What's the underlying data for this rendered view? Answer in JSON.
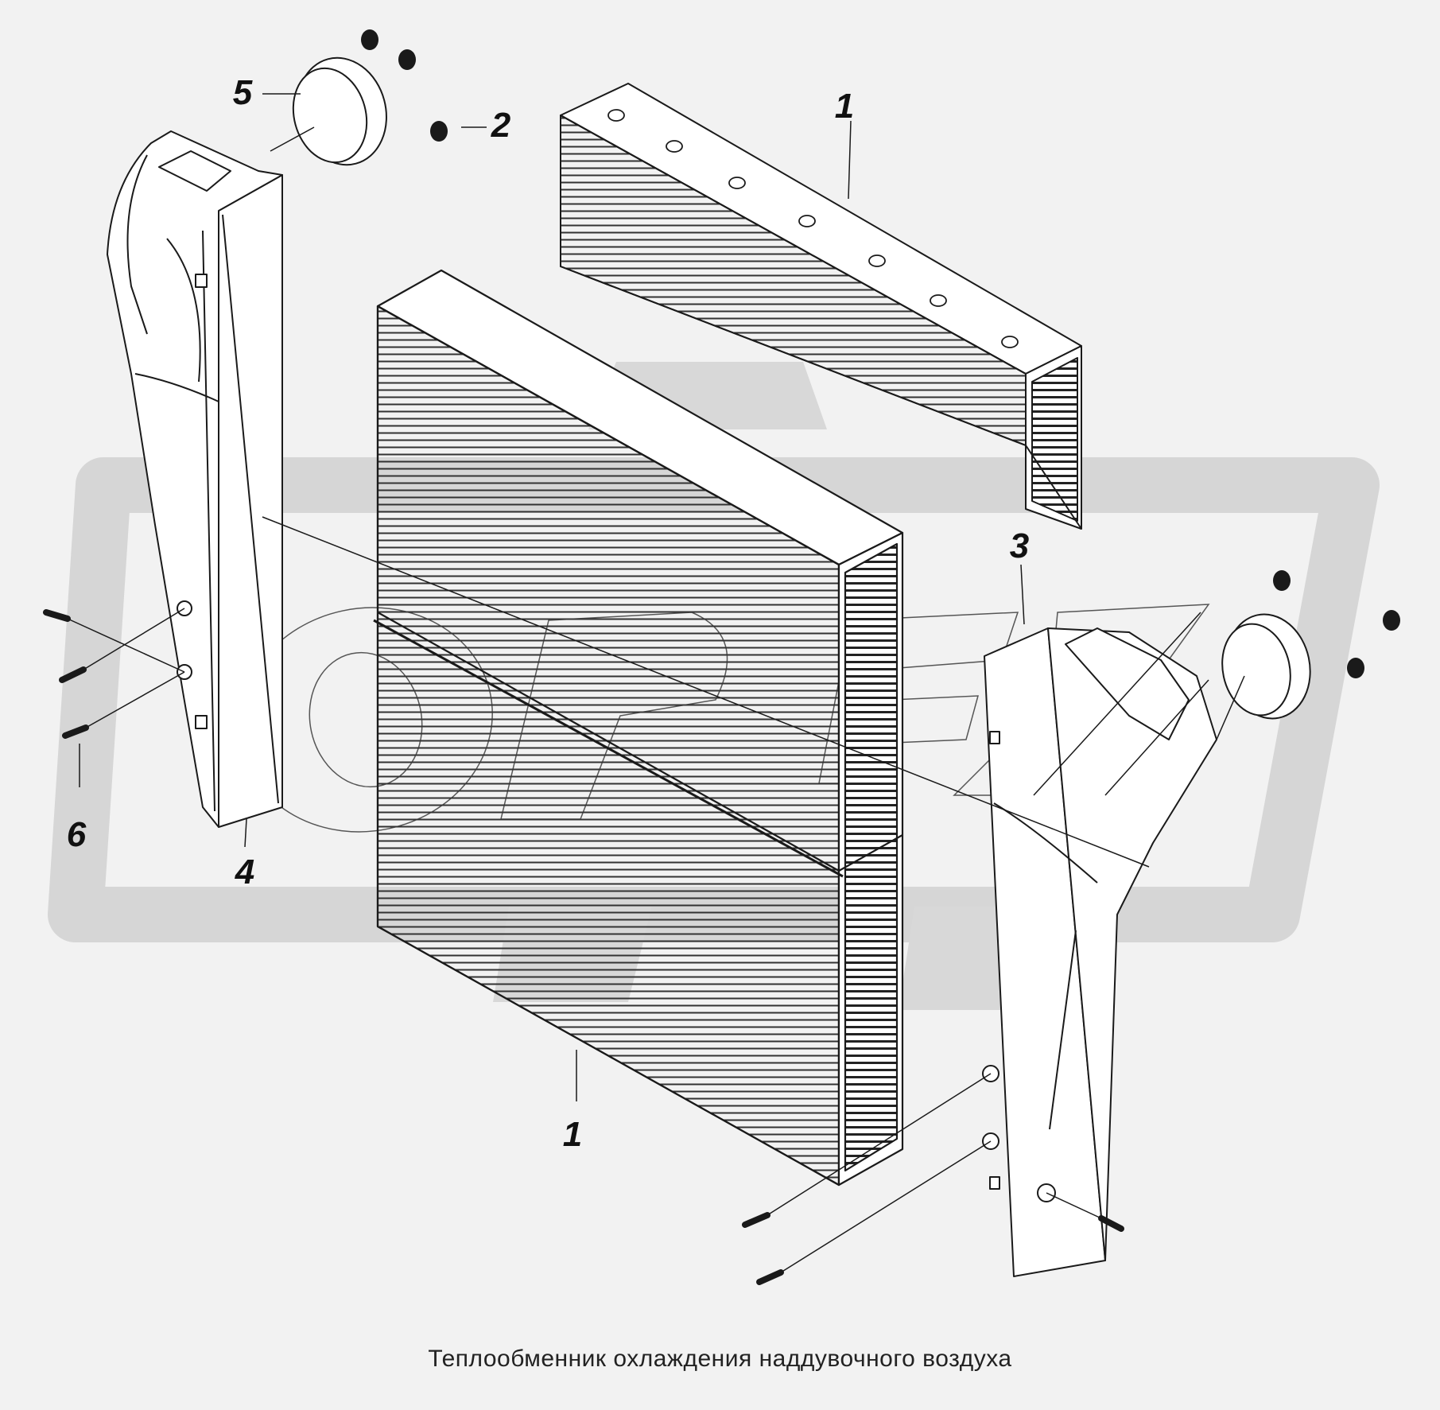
{
  "caption": "Теплообменник охлаждения наддувочного воздуха",
  "watermark": "ОРЕХ",
  "callouts": {
    "core_top": "1",
    "core_bottom": "1",
    "plug": "2",
    "right_tank": "3",
    "left_tank": "4",
    "cap": "5",
    "stud": "6"
  },
  "colors": {
    "background": "#f2f2f2",
    "line": "#1a1a1a",
    "watermark": "#d9d9d9",
    "part_fill": "#ffffff"
  }
}
